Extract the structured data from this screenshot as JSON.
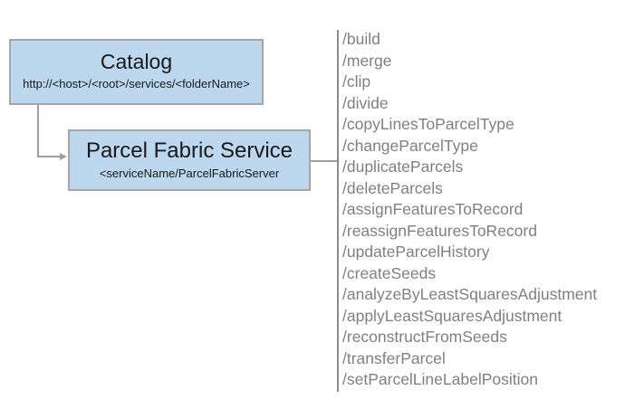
{
  "diagram": {
    "catalog": {
      "title": "Catalog",
      "subtitle": "http://<host>/<root>/services/<folderName>"
    },
    "service": {
      "title": "Parcel Fabric Service",
      "subtitle": "<serviceName/ParcelFabricServer"
    },
    "endpoints": [
      "/build",
      "/merge",
      "/clip",
      "/divide",
      "/copyLinesToParcelType",
      "/changeParcelType",
      "/duplicateParcels",
      "/deleteParcels",
      "/assignFeaturesToRecord",
      "/reassignFeaturesToRecord",
      "/updateParcelHistory",
      "/createSeeds",
      "/analyzeByLeastSquaresAdjustment",
      "/applyLeastSquaresAdjustment",
      "/reconstructFromSeeds",
      "/transferParcel",
      "/setParcelLineLabelPosition"
    ],
    "colors": {
      "box_fill": "#BDD7EE",
      "box_border": "#A6A6A6",
      "connector": "#A0A0A0",
      "separator": "#8C8C8C",
      "endpoint_text": "#808080",
      "title_text": "#1A1A1A"
    }
  }
}
